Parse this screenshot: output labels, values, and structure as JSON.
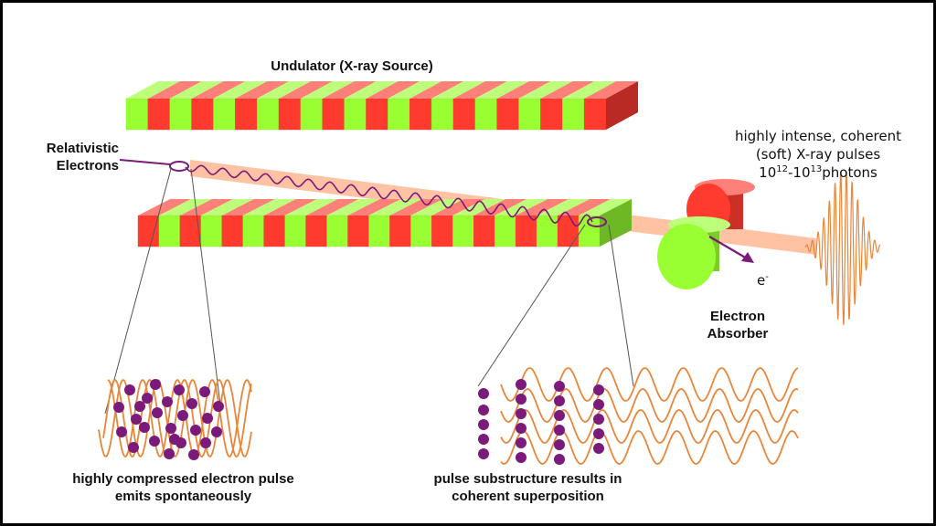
{
  "title": "Undulator (X-ray Source)",
  "electrons_label": [
    "Relativistic",
    "Electrons"
  ],
  "output_label": {
    "line1": "highly intense, coherent",
    "line2": "(soft) X-ray pulses",
    "photons_base1": "10",
    "photons_exp1": "12",
    "photons_dash": "-",
    "photons_base2": "10",
    "photons_exp2": "13",
    "photons_unit": "photons"
  },
  "electron_symbol": {
    "base": "e",
    "exp": "-"
  },
  "absorber_label": [
    "Electron",
    "Absorber"
  ],
  "left_caption": [
    "highly compressed electron pulse",
    "emits spontaneously"
  ],
  "right_caption": [
    "pulse substructure results in",
    "coherent superposition"
  ],
  "colors": {
    "magnet_red": "#ff3b30",
    "magnet_green": "#99ff33",
    "electron": "#7a1a7a",
    "wave": "#e8863a",
    "beam": "#ffb893"
  }
}
